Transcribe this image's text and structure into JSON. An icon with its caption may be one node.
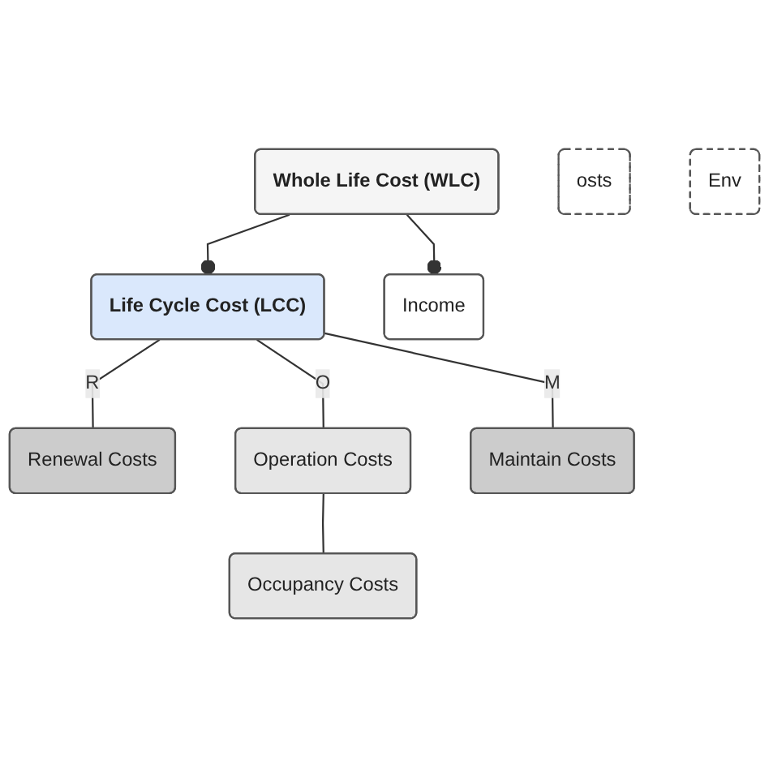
{
  "diagram": {
    "nodes": [
      {
        "text": [
          "Whole Life Cost (WLC)"
        ]
      },
      {
        "text": [
          "Life Cycle Cost (LCC)"
        ]
      },
      {
        "text": [
          "Income"
        ]
      },
      {
        "text": [
          "Renewal Costs"
        ]
      },
      {
        "text": [
          "Operation Costs"
        ]
      },
      {
        "text": [
          "Maintain Costs"
        ]
      },
      {
        "text": [
          "osts"
        ]
      },
      {
        "text": [
          "Occupancy Costs"
        ]
      },
      {
        "text": [
          "Env"
        ]
      }
    ],
    "edges": [
      {
        "from": 0,
        "to": 1,
        "arrow": "other"
      },
      {
        "from": 0,
        "to": 2,
        "arrow": "other"
      },
      {
        "from": 1,
        "to": 3,
        "arrow": "none",
        "label": "R"
      },
      {
        "from": 1,
        "to": 4,
        "arrow": "none",
        "label": "O"
      },
      {
        "from": 1,
        "to": 5,
        "arrow": "none",
        "label": "M"
      },
      {
        "from": 4,
        "to": 7,
        "arrow": "none"
      }
    ]
  }
}
